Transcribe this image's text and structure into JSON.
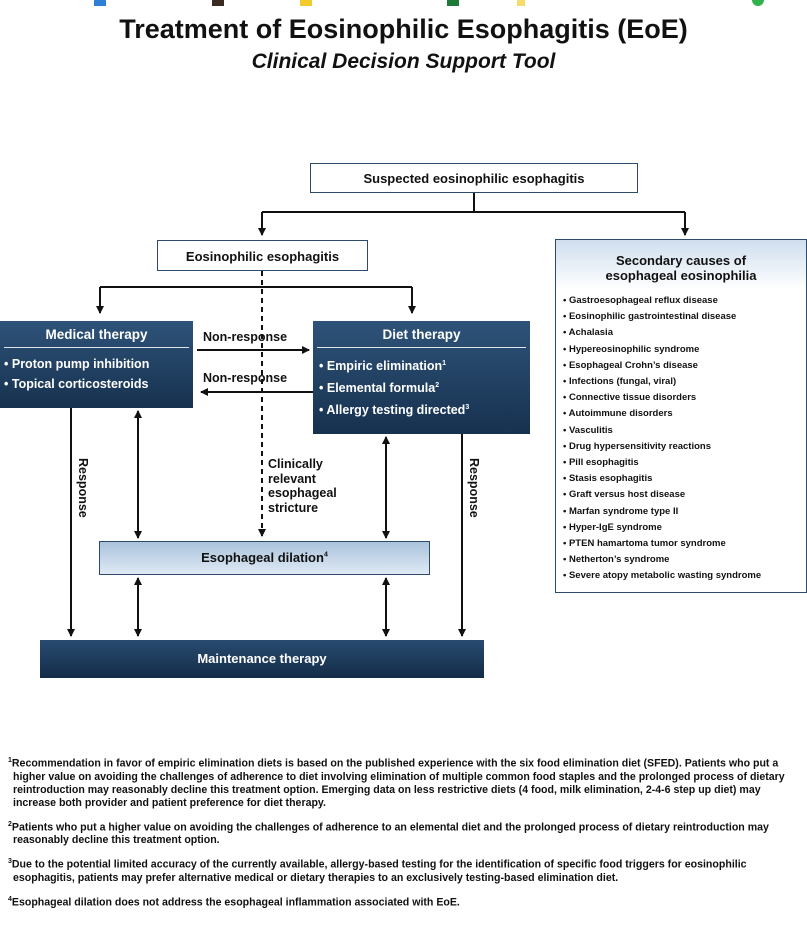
{
  "title": "Treatment of Eosinophilic Esophagitis (EoE)",
  "subtitle": "Clinical Decision Support Tool",
  "nodes": {
    "suspected": "Suspected eosinophilic esophagitis",
    "eoe": "Eosinophilic esophagitis",
    "secondary_title_line1": "Secondary causes of",
    "secondary_title_line2": "esophageal eosinophilia",
    "medical_title": "Medical therapy",
    "medical_items": [
      "Proton pump inhibition",
      "Topical corticosteroids"
    ],
    "diet_title": "Diet therapy",
    "diet_items": [
      {
        "text": "Empiric elimination",
        "sup": "1"
      },
      {
        "text": "Elemental formula",
        "sup": "2"
      },
      {
        "text": "Allergy testing directed",
        "sup": "3"
      }
    ],
    "dilation": {
      "text": "Esophageal dilation",
      "sup": "4"
    },
    "maintenance": "Maintenance therapy"
  },
  "secondary_causes": [
    "Gastroesophageal reflux disease",
    "Eosinophilic gastrointestinal disease",
    "Achalasia",
    "Hypereosinophilic syndrome",
    "Esophageal Crohn’s disease",
    "Infections (fungal, viral)",
    "Connective tissue disorders",
    "Autoimmune disorders",
    "Vasculitis",
    "Drug hypersensitivity reactions",
    "Pill esophagitis",
    "Stasis esophagitis",
    "Graft versus host disease",
    "Marfan syndrome type II",
    "Hyper-IgE syndrome",
    "PTEN hamartoma tumor syndrome",
    "Netherton’s syndrome",
    "Severe atopy metabolic wasting syndrome"
  ],
  "labels": {
    "nonresponse_top": "Non-response",
    "nonresponse_bottom": "Non-response",
    "response_left": "Response",
    "response_right": "Response",
    "stricture_lines": [
      "Clinically",
      "relevant",
      "esophageal",
      "stricture"
    ]
  },
  "footnotes": [
    {
      "num": "1",
      "text": "Recommendation in favor of empiric elimination diets is based on the published experience with the six food elimination diet (SFED). Patients who put a higher value on avoiding the challenges of adherence to diet involving elimination of multiple common food staples and the prolonged process of dietary reintroduction may reasonably decline this treatment option. Emerging data on less restrictive diets (4 food, milk elimination, 2-4-6 step up diet) may increase both provider and patient preference for diet therapy."
    },
    {
      "num": "2",
      "text": "Patients who put a higher value on avoiding the challenges of adherence to an elemental diet and the prolonged process of dietary reintroduction may reasonably decline this treatment option."
    },
    {
      "num": "3",
      "text": "Due to the potential limited accuracy of the currently available, allergy-based testing for the identification of specific food triggers for eosinophilic esophagitis, patients may prefer alternative medical or dietary therapies to an exclusively testing-based elimination diet."
    },
    {
      "num": "4",
      "text": "Esophageal dilation does not address the esophageal inflammation associated with EoE."
    }
  ],
  "colors": {
    "navy": "#1f3f63",
    "light_blue": "#cfdeee",
    "border": "#2c4a6b",
    "arrow": "#111111"
  }
}
